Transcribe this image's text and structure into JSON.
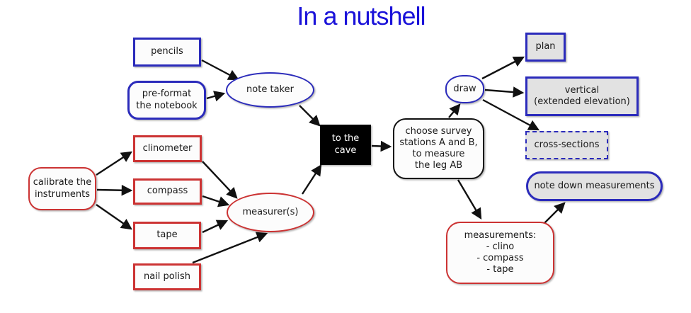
{
  "title": "In a nutshell",
  "colors": {
    "title_blue": "#1a12d9",
    "blue_border": "#2b2bbb",
    "red_border": "#cc3333",
    "black": "#000000",
    "gray_fill": "#e2e2e2"
  },
  "nodes": {
    "pencils": {
      "label": "pencils"
    },
    "preformat": {
      "label": "pre-format\nthe notebook"
    },
    "note_taker": {
      "label": "note taker"
    },
    "calibrate": {
      "label": "calibrate the\ninstruments"
    },
    "clinometer": {
      "label": "clinometer"
    },
    "compass": {
      "label": "compass"
    },
    "tape": {
      "label": "tape"
    },
    "nail_polish": {
      "label": "nail polish"
    },
    "measurer": {
      "label": "measurer(s)"
    },
    "to_the_cave": {
      "label": "to the\ncave"
    },
    "choose_survey": {
      "label": "choose survey\nstations A and B,\nto measure\nthe leg AB"
    },
    "draw": {
      "label": "draw"
    },
    "plan": {
      "label": "plan"
    },
    "vertical": {
      "label": "vertical\n(extended elevation)"
    },
    "cross_sections": {
      "label": "cross-sections"
    },
    "note_down": {
      "label": "note down measurements"
    },
    "measurements": {
      "label": "measurements:\n- clino\n- compass\n- tape"
    }
  },
  "edges": [
    {
      "from": "pencils",
      "to": "note_taker"
    },
    {
      "from": "preformat",
      "to": "note_taker"
    },
    {
      "from": "note_taker",
      "to": "to_the_cave"
    },
    {
      "from": "calibrate",
      "to": "clinometer"
    },
    {
      "from": "calibrate",
      "to": "compass"
    },
    {
      "from": "calibrate",
      "to": "tape"
    },
    {
      "from": "clinometer",
      "to": "measurer"
    },
    {
      "from": "compass",
      "to": "measurer"
    },
    {
      "from": "tape",
      "to": "measurer"
    },
    {
      "from": "nail_polish",
      "to": "measurer"
    },
    {
      "from": "measurer",
      "to": "to_the_cave"
    },
    {
      "from": "to_the_cave",
      "to": "choose_survey"
    },
    {
      "from": "choose_survey",
      "to": "draw"
    },
    {
      "from": "draw",
      "to": "plan"
    },
    {
      "from": "draw",
      "to": "vertical"
    },
    {
      "from": "draw",
      "to": "cross_sections"
    },
    {
      "from": "choose_survey",
      "to": "measurements"
    },
    {
      "from": "measurements",
      "to": "note_down"
    }
  ]
}
